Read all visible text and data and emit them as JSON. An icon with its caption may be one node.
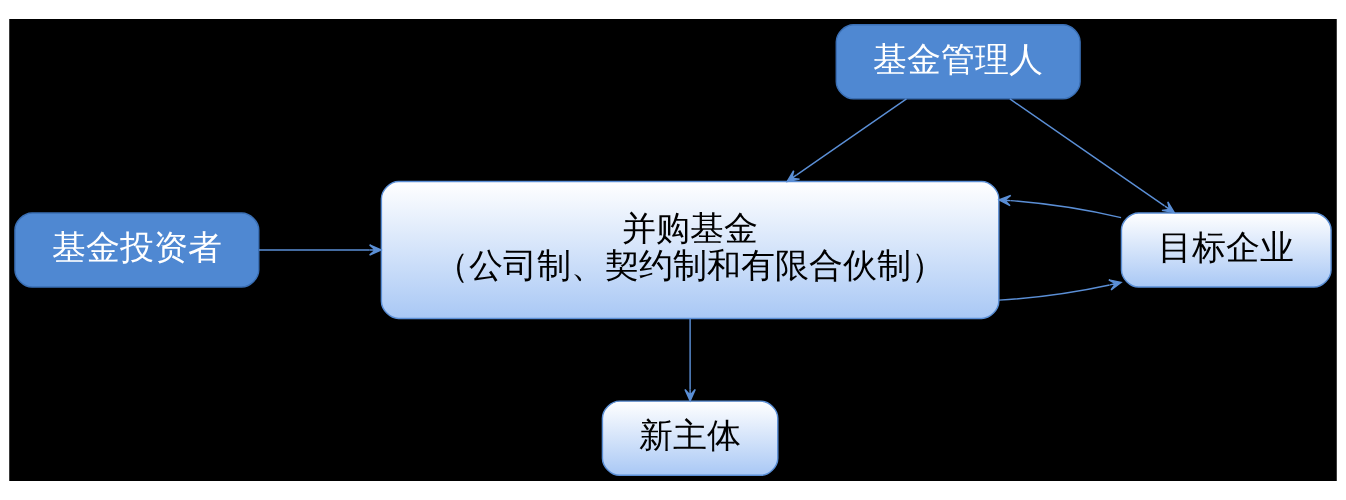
{
  "diagram": {
    "nodes": [
      {
        "text": [
          "基金管理人"
        ]
      },
      {
        "text": [
          "基金投资者"
        ]
      },
      {
        "text": [
          "并购基金",
          "（公司制、契约制和有限合伙制）"
        ]
      },
      {
        "text": [
          "目标企业"
        ]
      },
      {
        "text": [
          "新主体"
        ]
      }
    ],
    "edges": [
      {
        "from": 0,
        "to": 2,
        "arrow": "to"
      },
      {
        "from": 0,
        "to": 3,
        "arrow": "to"
      },
      {
        "from": 1,
        "to": 2,
        "arrow": "to"
      },
      {
        "from": 2,
        "to": 3,
        "arrow": "to"
      },
      {
        "from": 3,
        "to": 2,
        "arrow": "to"
      },
      {
        "from": 2,
        "to": 4,
        "arrow": "to"
      }
    ]
  }
}
